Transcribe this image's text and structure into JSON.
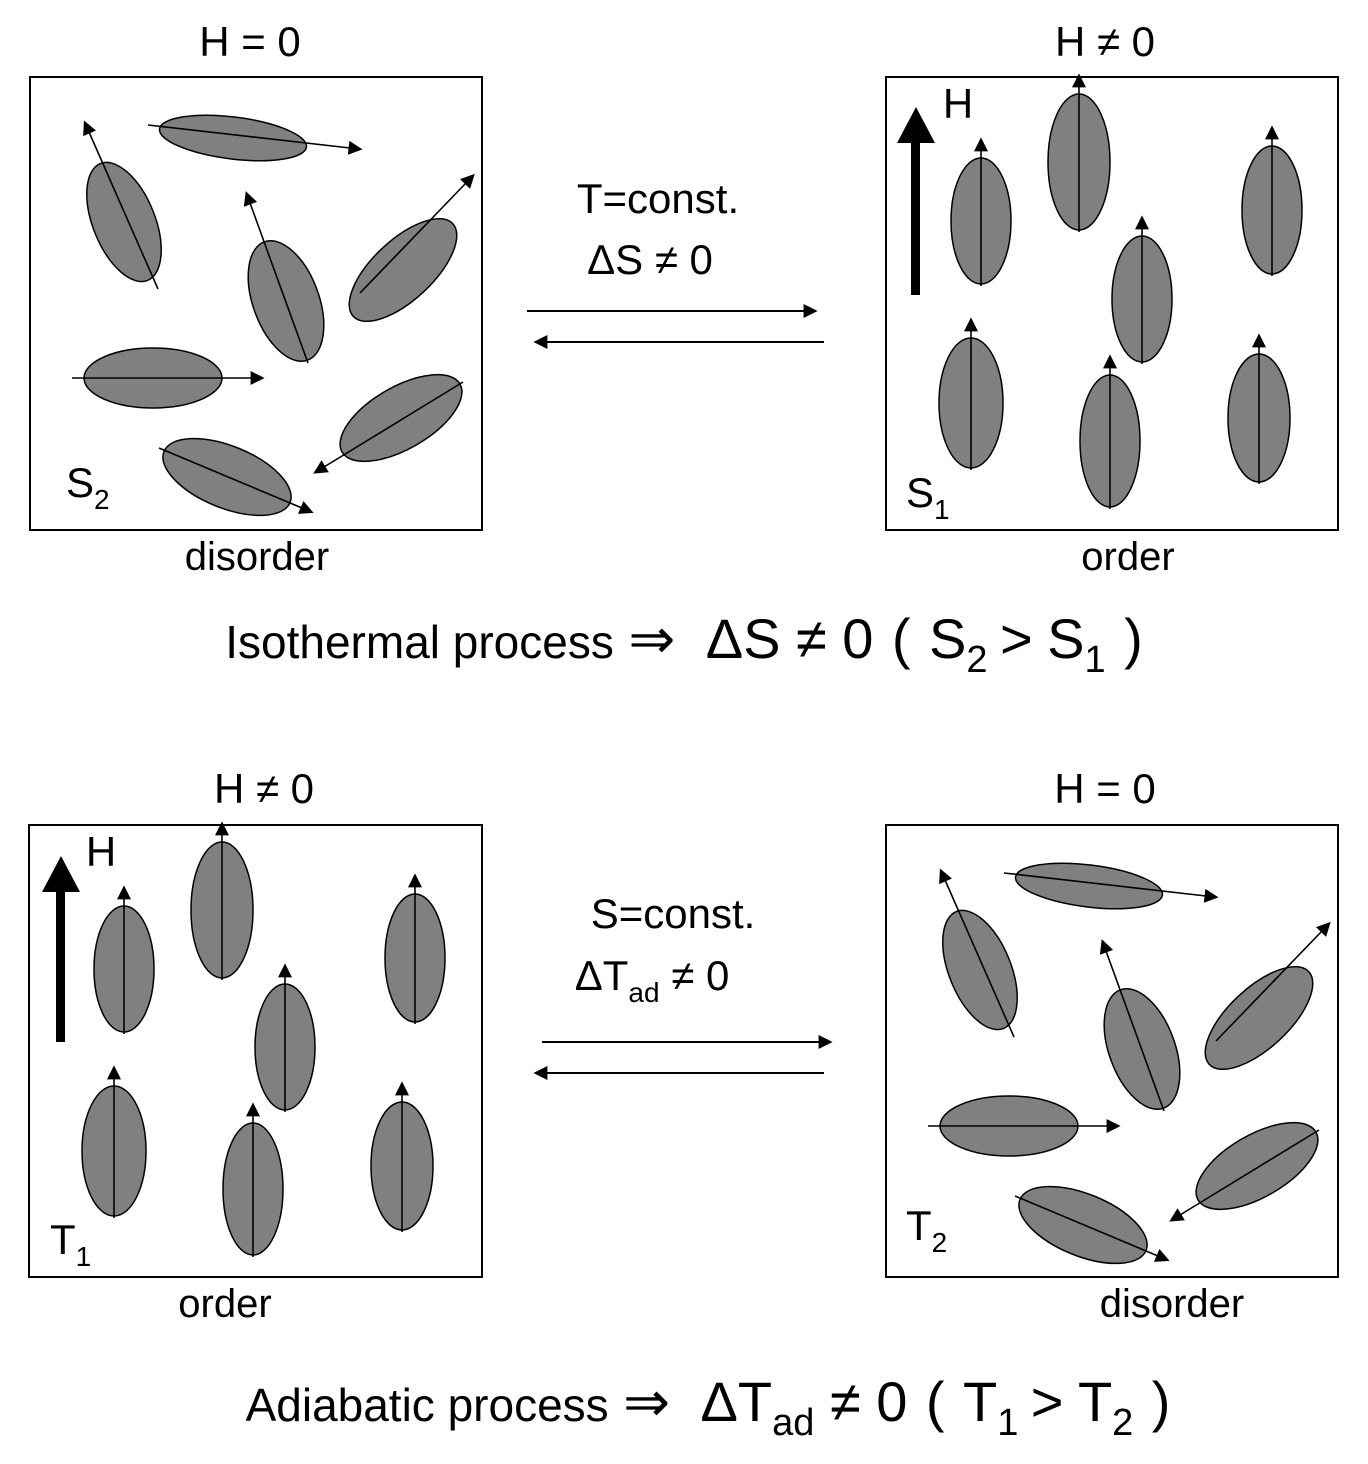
{
  "colors": {
    "spin_fill": "#808080",
    "stroke": "#000000",
    "background": "#ffffff"
  },
  "top": {
    "left_panel": {
      "field_label": "H = 0",
      "state_letter": "S",
      "state_sub": "2",
      "caption": "disorder"
    },
    "right_panel": {
      "field_label": "H ≠ 0",
      "h_arrow_label": "H",
      "state_letter": "S",
      "state_sub": "1",
      "caption": "order"
    },
    "condition_1": "T=const.",
    "condition_2": "ΔS ≠ 0",
    "summary": {
      "name": "Isothermal process",
      "implies": "⇒",
      "main": "ΔS ≠ 0",
      "open": "(",
      "a": "S",
      "a_sub": "2",
      "gt": ">",
      "b": "S",
      "b_sub": "1",
      "close": ")"
    }
  },
  "bottom": {
    "left_panel": {
      "field_label": "H ≠ 0",
      "h_arrow_label": "H",
      "state_letter": "T",
      "state_sub": "1",
      "caption": "order"
    },
    "right_panel": {
      "field_label": "H = 0",
      "state_letter": "T",
      "state_sub": "2",
      "caption": "disorder"
    },
    "condition_1": "S=const.",
    "condition_2_pre": "ΔT",
    "condition_2_sub": "ad",
    "condition_2_post": " ≠ 0",
    "summary": {
      "name": "Adiabatic process",
      "implies": "⇒",
      "main_pre": "ΔT",
      "main_sub": "ad",
      "main_post": " ≠ 0",
      "open": "(",
      "a": "T",
      "a_sub": "1",
      "gt": ">",
      "b": "T",
      "b_sub": "2",
      "close": ")"
    }
  }
}
